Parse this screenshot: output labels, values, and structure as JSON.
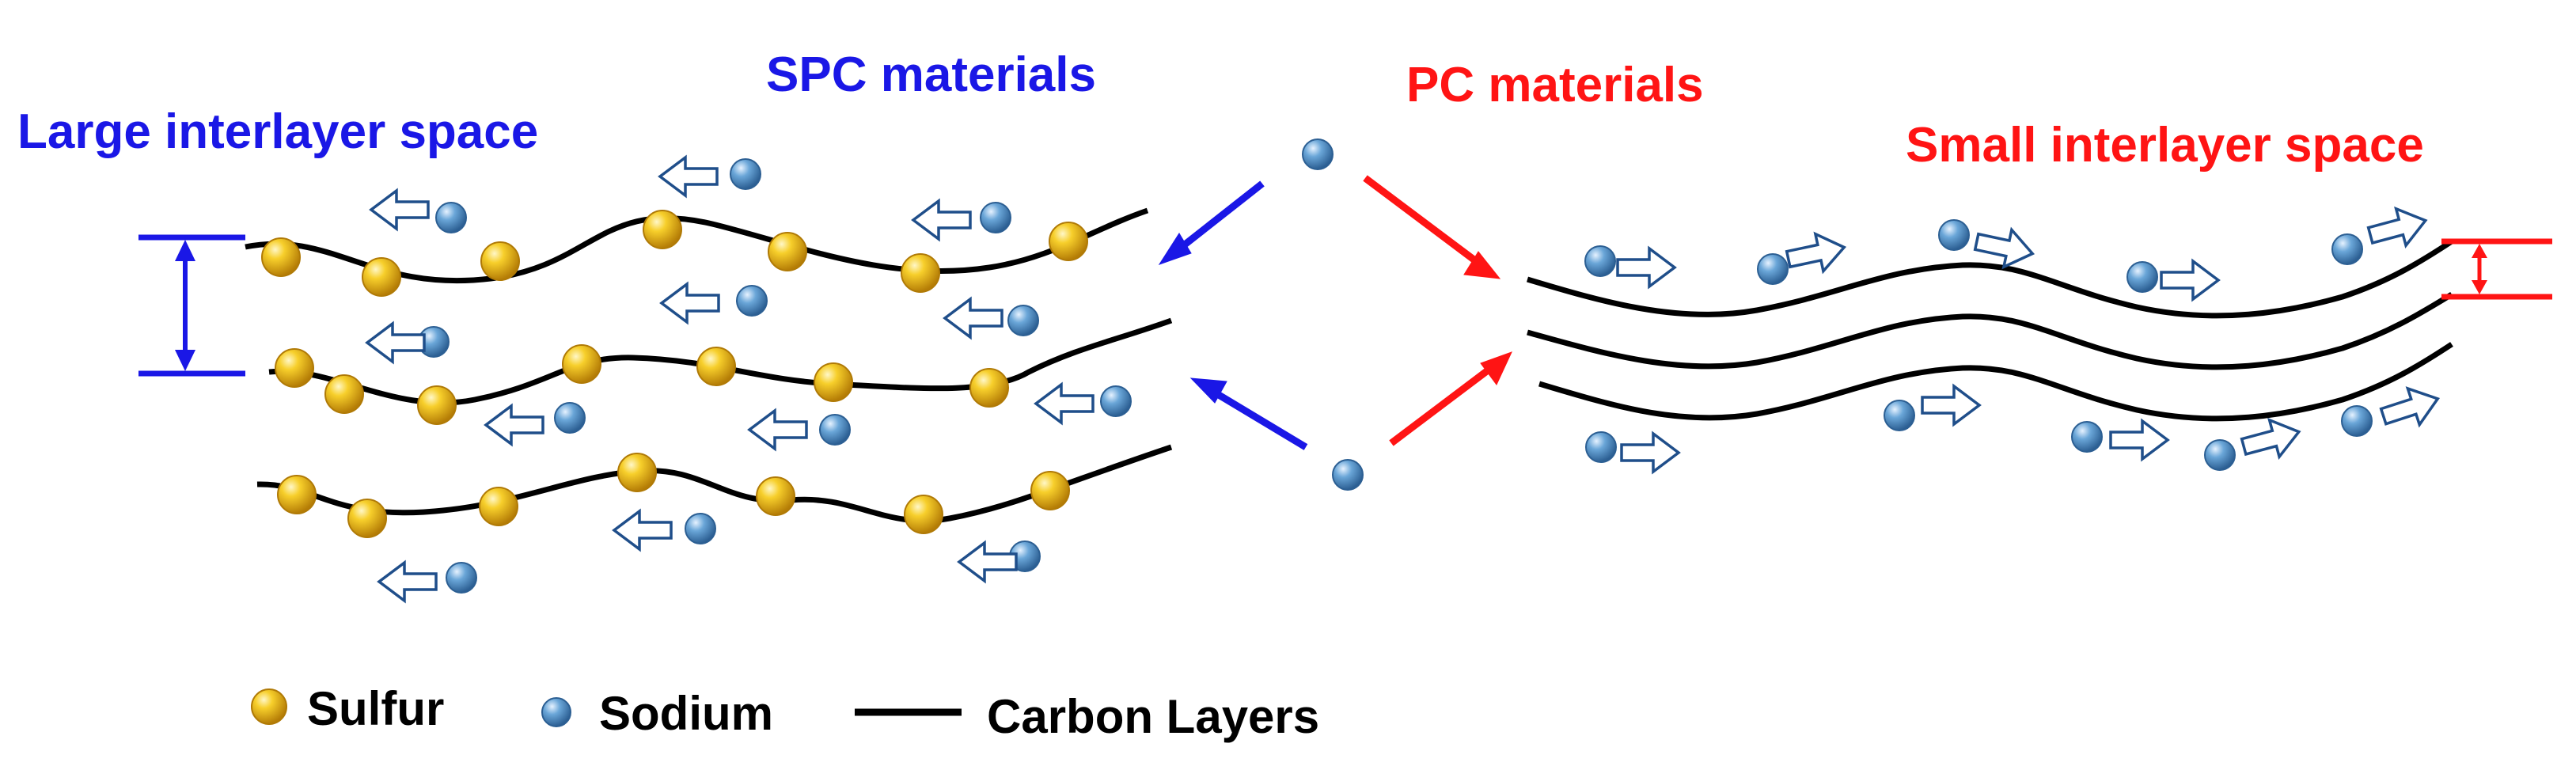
{
  "labels": {
    "spc_materials": "SPC materials",
    "pc_materials": "PC materials",
    "large_space": "Large interlayer space",
    "small_space": "Small interlayer space"
  },
  "legend": {
    "sulfur": "Sulfur",
    "sodium": "Sodium",
    "carbon_layers": "Carbon Layers"
  },
  "colors": {
    "spc": "#1a17e6",
    "pc": "#ff1414",
    "sulfur": "#f0b21a",
    "sodium": "#4f8fc4",
    "carbon": "#000000",
    "arrow_outline": "#1f4e8a"
  }
}
